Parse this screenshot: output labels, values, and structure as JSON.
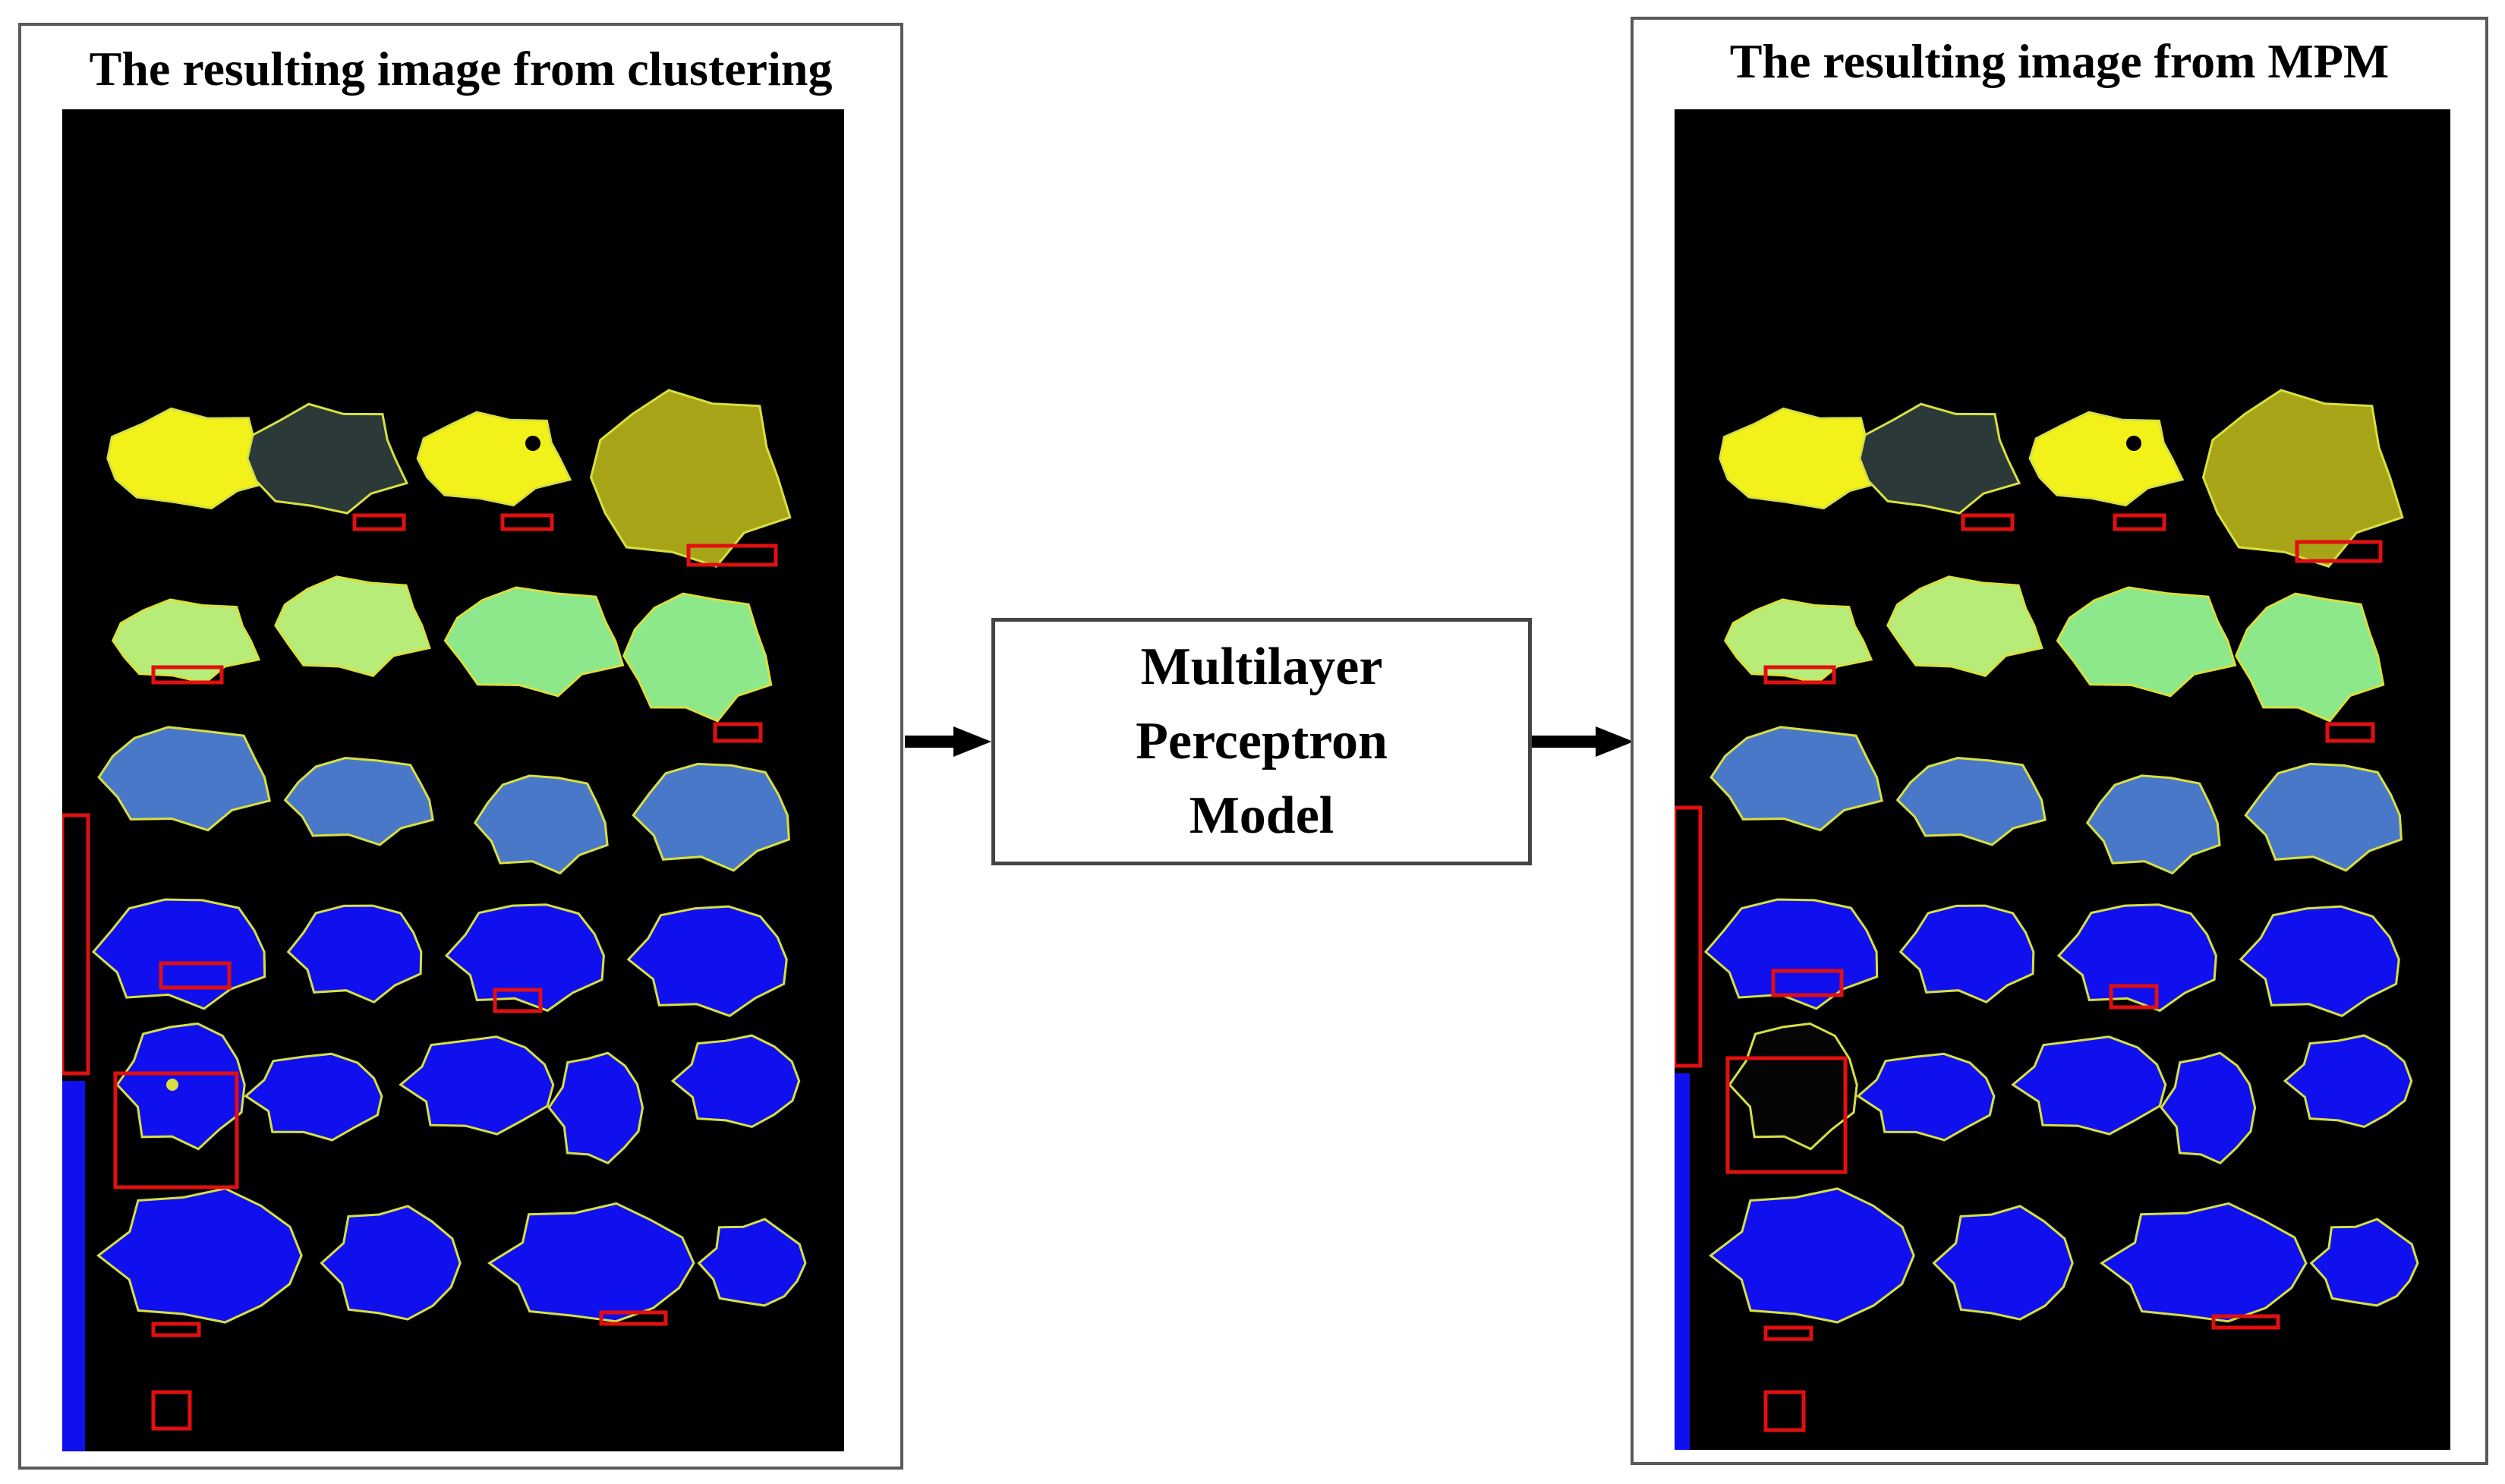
{
  "left_panel": {
    "title": "The resulting image from clustering"
  },
  "right_panel": {
    "title": "The resulting image from MPM"
  },
  "model": {
    "label": "Multilayer\nPerceptron\nModel"
  },
  "colors": {
    "background": "#000000",
    "highlight_box": "#e01010",
    "contour": "#d8e040",
    "yellow": "#f2f21a",
    "dark_gray": "#2b3a38",
    "olive": "#a8a418",
    "light_green": "#b8ec78",
    "mint": "#8ce88a",
    "steel_blue": "#4a78c8",
    "blue": "#1010ee"
  }
}
